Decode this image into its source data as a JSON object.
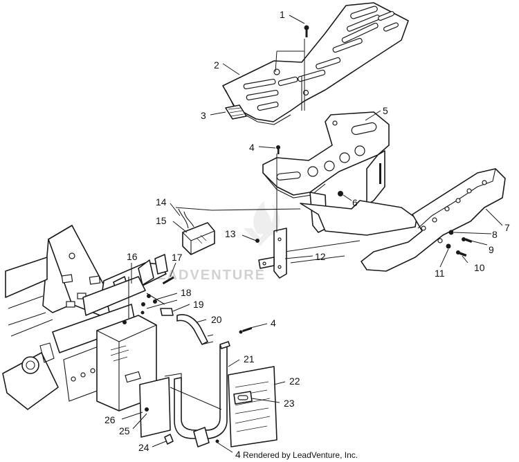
{
  "watermark": {
    "text": "LEADVENTURE"
  },
  "credit": {
    "text": "Rendered by LeadVenture, Inc."
  },
  "callouts": {
    "c1": "1",
    "c2": "2",
    "c3": "3",
    "c4a": "4",
    "c4b": "4",
    "c4c": "4",
    "c5": "5",
    "c6": "6",
    "c7": "7",
    "c8": "8",
    "c9": "9",
    "c10": "10",
    "c11": "11",
    "c12": "12",
    "c13": "13",
    "c14": "14",
    "c15": "15",
    "c16": "16",
    "c17": "17",
    "c18": "18",
    "c19": "19",
    "c20": "20",
    "c21": "21",
    "c22": "22",
    "c23": "23",
    "c24": "24",
    "c25": "25",
    "c26": "26"
  }
}
